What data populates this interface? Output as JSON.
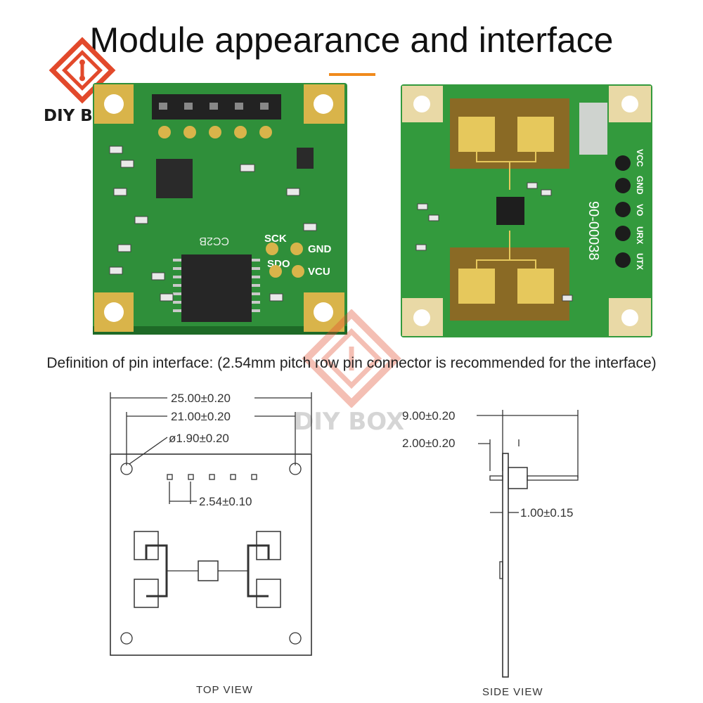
{
  "title": "Module appearance and interface",
  "logo_text": "DIY BOX",
  "watermark_text": "DIY BOX",
  "pin_definition": "Definition of pin interface: (2.54mm pitch row pin connector is recommended for the interface)",
  "front_board": {
    "silk_cc2b": "CC2B",
    "pins": [
      "SCK",
      "GND",
      "SDO",
      "VCU"
    ]
  },
  "back_board": {
    "pins": [
      "VCC",
      "GND",
      "VO",
      "URX",
      "UTX"
    ],
    "part_number": "90-00038"
  },
  "top_view": {
    "dim_width": "25.00±0.20",
    "dim_hole_spacing": "21.00±0.20",
    "dim_hole_dia": "ø1.90±0.20",
    "dim_pitch": "2.54±0.10",
    "label": "TOP VIEW"
  },
  "side_view": {
    "dim_length": "9.00±0.20",
    "dim_pin_offset": "2.00±0.20",
    "dim_thickness": "1.00±0.15",
    "label": "SIDE VIEW"
  },
  "colors": {
    "pcb_green": "#2f8f3a",
    "gold": "#d9b44a",
    "accent": "#f08a1c",
    "logo_red": "#e2492b"
  }
}
